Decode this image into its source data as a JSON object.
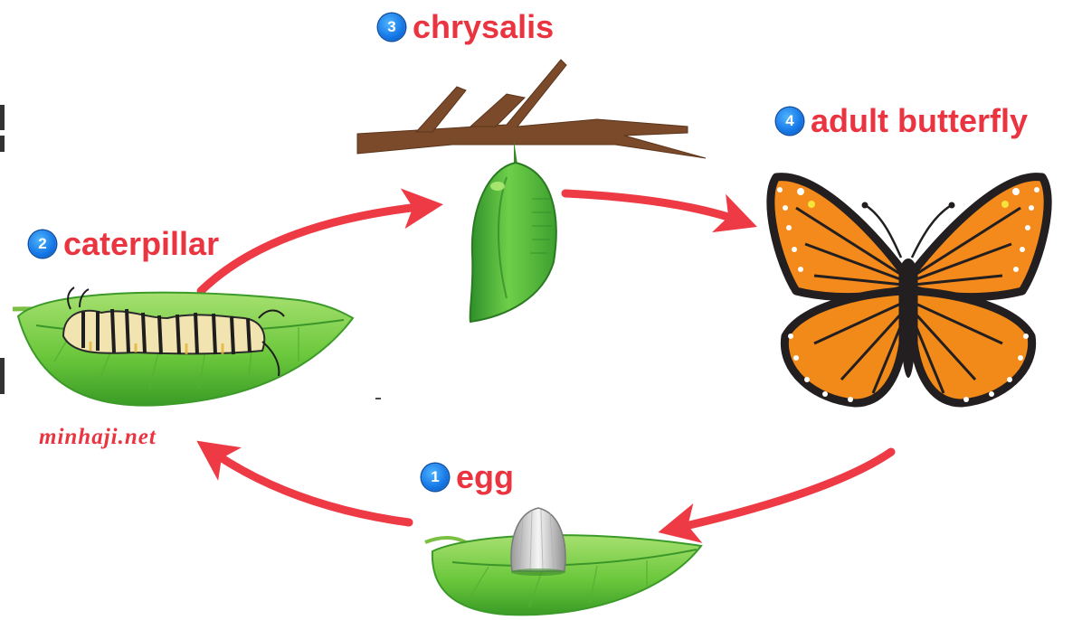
{
  "stages": [
    {
      "number": "1",
      "label": "egg"
    },
    {
      "number": "2",
      "label": "caterpillar"
    },
    {
      "number": "3",
      "label": "chrysalis"
    },
    {
      "number": "4",
      "label": "adult butterfly"
    }
  ],
  "watermark": "minhaji.net",
  "colors": {
    "label_text": "#ea3440",
    "arrow": "#ee3a44",
    "badge": "#1a7fe8",
    "leaf_light": "#8fd858",
    "leaf_dark": "#3da62a",
    "wing_orange": "#f48a1c",
    "wing_black": "#231f20",
    "branch_brown": "#7a4a2a",
    "chrysalis_green": "#5cc24a"
  },
  "icons": [
    "egg-illustration",
    "caterpillar-illustration",
    "chrysalis-illustration",
    "butterfly-illustration"
  ]
}
